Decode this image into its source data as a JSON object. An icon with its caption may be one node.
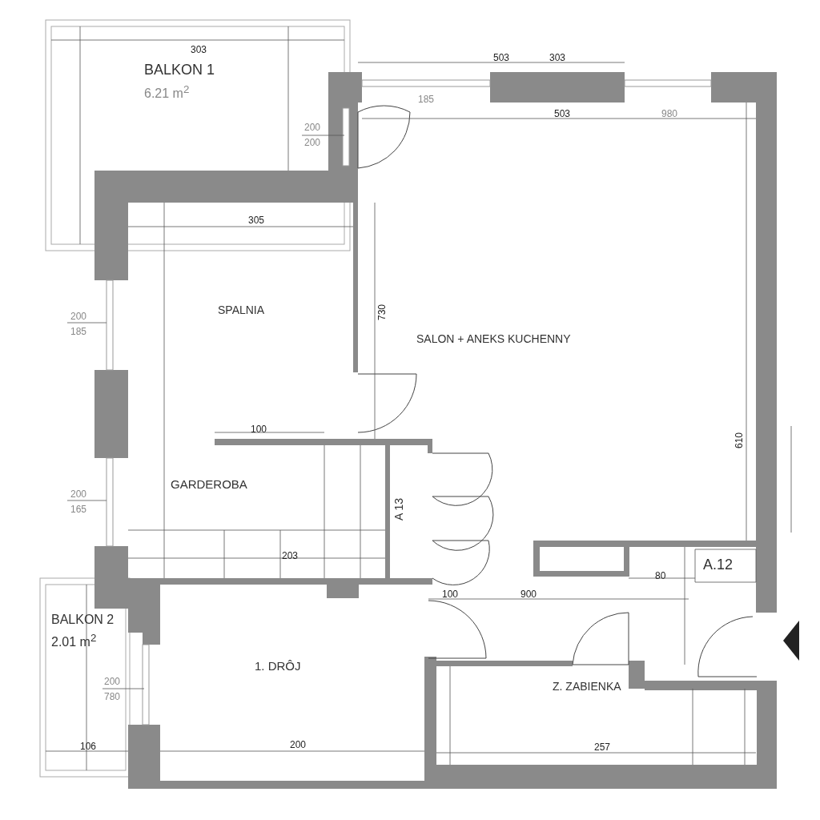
{
  "diagram": {
    "nodes": [
      {
        "text": [
          "BALKON 1",
          "6.21 m$^{2}$"
        ]
      },
      {
        "text": [
          "SPALNIA"
        ]
      },
      {
        "text": [
          "SALON + ANEKS KUCHENNY"
        ]
      },
      {
        "text": [
          "GARDEROBA"
        ]
      },
      {
        "text": [
          "A 13"
        ]
      },
      {
        "text": [
          "A.12"
        ]
      },
      {
        "text": [
          "BALKON 2",
          "2.01 m$^{2}$"
        ]
      },
      {
        "text": [
          "1. DRÔJ"
        ]
      },
      {
        "text": [
          "Z. ZABIENKA"
        ]
      }
    ],
    "edges": [],
    "labels": [
      "303",
      "503",
      "303",
      "185",
      "200",
      "200",
      "503",
      "980",
      "305",
      "730",
      "200",
      "185",
      "100",
      "200",
      "165",
      "203",
      "80",
      "100",
      "900",
      "610",
      "200",
      "780",
      "106",
      "200",
      "257"
    ]
  }
}
